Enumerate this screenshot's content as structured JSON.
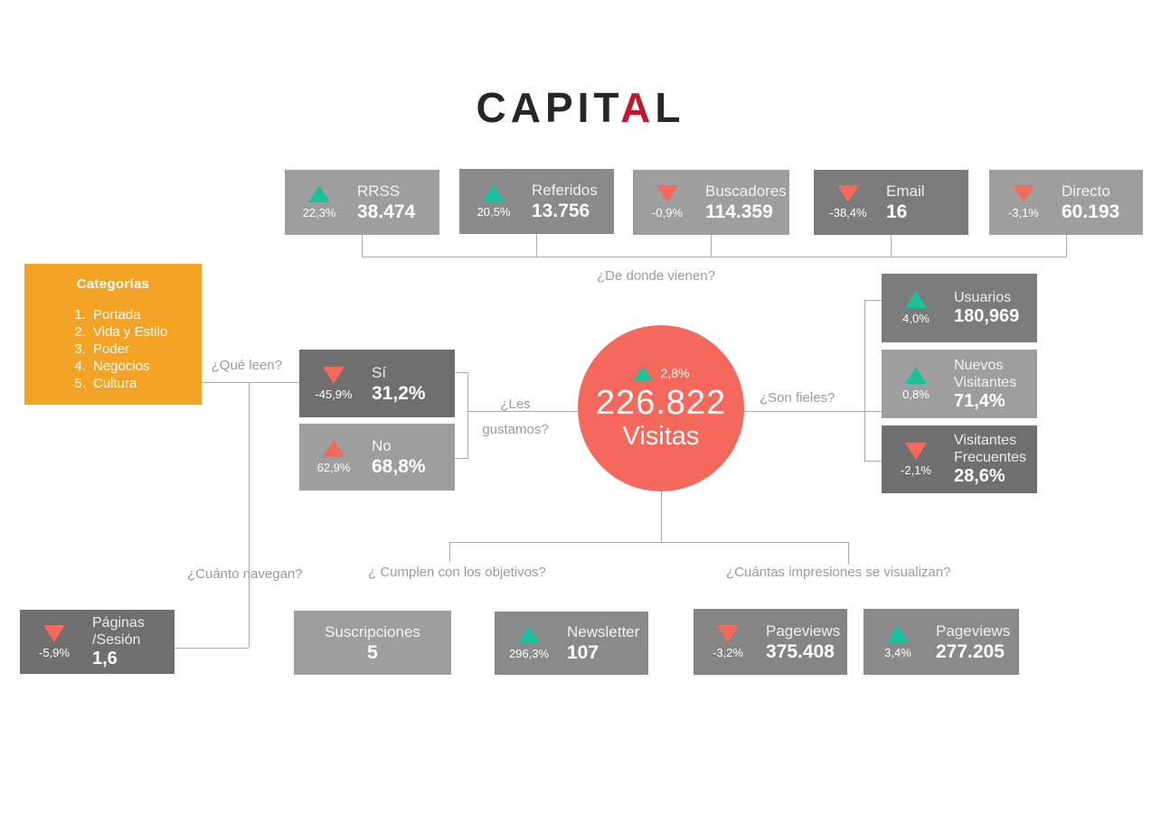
{
  "logo": {
    "part1": "CAPIT",
    "part2": "A",
    "part3": "L",
    "accent_color": "#c2182f",
    "dark_color": "#26262c"
  },
  "questions": {
    "origin": "¿De donde vienen?",
    "read": "¿Qué leen?",
    "like_line1": "¿Les",
    "like_line2": "gustamos?",
    "loyal": "¿Son fieles?",
    "navigate": "¿Cuánto navegan?",
    "goals": "¿ Cumplen con los objetivos?",
    "impressions": "¿Cuántas impresiones se visualizan?"
  },
  "categories": {
    "title": "Categorías",
    "items": [
      "Portada",
      "Vida y Estilo",
      "Poder",
      "Negocios",
      "Cultura"
    ],
    "bg": "#f5a324"
  },
  "center": {
    "pct": "2,8%",
    "trend": "up",
    "value": "226.822",
    "label": "Visitas",
    "bg": "#f4695c"
  },
  "sources": [
    {
      "label": "RRSS",
      "value": "38.474",
      "pct": "22,3%",
      "trend": "up",
      "bg": "#9e9e9e"
    },
    {
      "label": "Referidos",
      "value": "13.756",
      "pct": "20,5%",
      "trend": "up",
      "bg": "#8a8a8a"
    },
    {
      "label": "Buscadores",
      "value": "114.359",
      "pct": "-0,9%",
      "trend": "down",
      "bg": "#9e9e9e"
    },
    {
      "label": "Email",
      "value": "16",
      "pct": "-38,4%",
      "trend": "down",
      "bg": "#7b7b7b"
    },
    {
      "label": "Directo",
      "value": "60.193",
      "pct": "-3,1%",
      "trend": "down",
      "bg": "#9e9e9e"
    }
  ],
  "engagement": [
    {
      "label": "Sí",
      "value": "31,2%",
      "pct": "-45,9%",
      "trend": "down",
      "trend_color": "#f4695c",
      "bg": "#6f6f6f"
    },
    {
      "label": "No",
      "value": "68,8%",
      "pct": "62,9%",
      "trend": "up",
      "trend_color": "#f4695c",
      "bg": "#9e9e9e"
    }
  ],
  "loyalty": [
    {
      "label": "Usuarios",
      "label2": "",
      "value": "180,969",
      "pct": "4,0%",
      "trend": "up",
      "bg": "#7b7b7b"
    },
    {
      "label": "Nuevos",
      "label2": "Visitantes",
      "value": "71,4%",
      "pct": "0,8%",
      "trend": "up",
      "bg": "#9e9e9e"
    },
    {
      "label": "Visitantes",
      "label2": "Frecuentes",
      "value": "28,6%",
      "pct": "-2,1%",
      "trend": "down",
      "bg": "#6f6f6f"
    }
  ],
  "navigation": {
    "label": "Páginas",
    "label2": "/Sesión",
    "value": "1,6",
    "pct": "-5,9%",
    "trend": "down",
    "bg": "#6f6f6f"
  },
  "goals_boxes": [
    {
      "label": "Suscripciones",
      "value": "5",
      "bg": "#9e9e9e"
    },
    {
      "label": "Newsletter",
      "value": "107",
      "pct": "296,3%",
      "trend": "up",
      "bg": "#8a8a8a"
    }
  ],
  "impressions_boxes": [
    {
      "label": "Pageviews",
      "value": "375.408",
      "pct": "-3,2%",
      "trend": "down",
      "bg": "#848484"
    },
    {
      "label": "Pageviews",
      "value": "277.205",
      "pct": "3,4%",
      "trend": "up",
      "bg": "#8a8a8a"
    }
  ],
  "colors": {
    "green": "#18c29c",
    "red": "#f4695c",
    "orange": "#f5a324",
    "gray_light": "#9e9e9e",
    "gray_mid": "#8a8a8a",
    "gray_dark": "#7b7b7b",
    "gray_darker": "#6f6f6f",
    "gray_mid2": "#848484",
    "connector": "#ababab",
    "question_text": "#9b9b9b"
  }
}
